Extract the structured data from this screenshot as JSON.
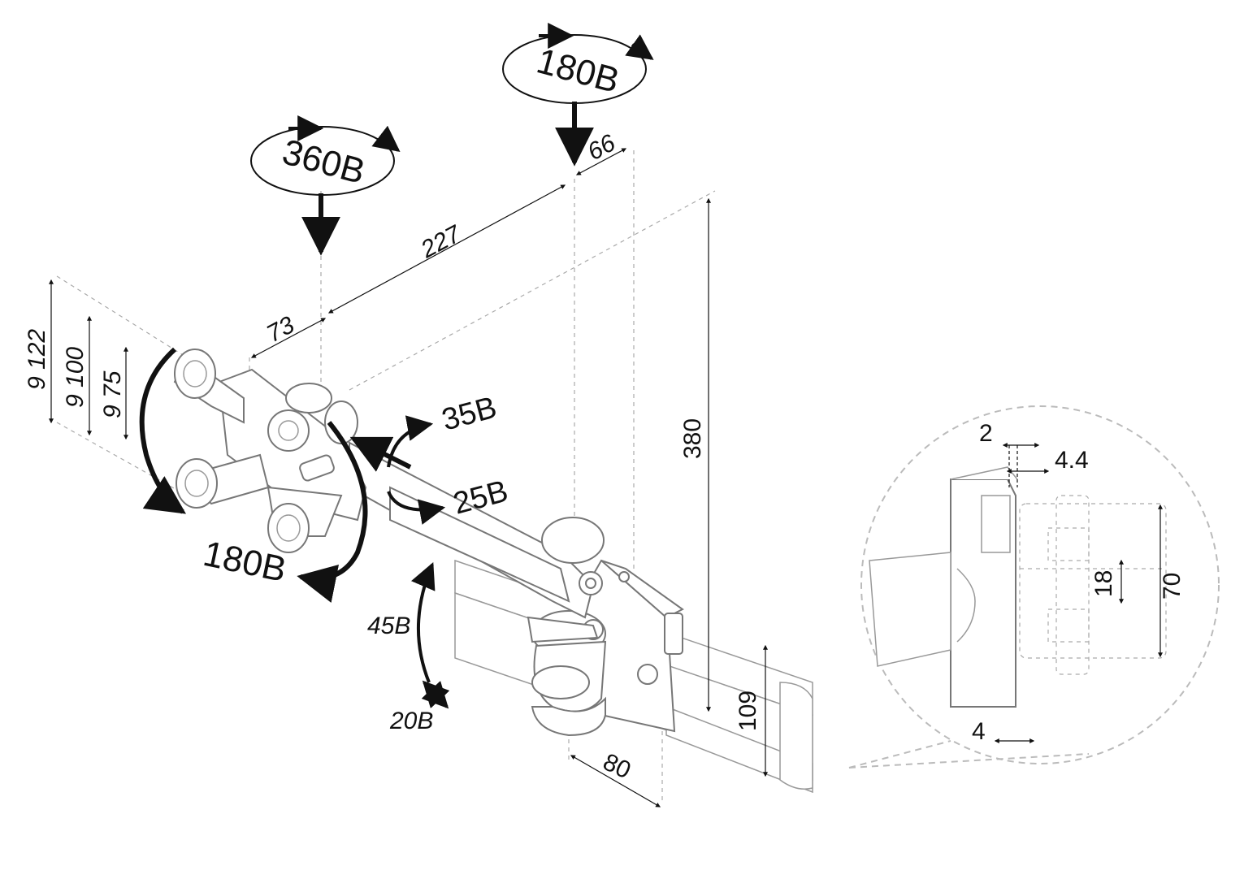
{
  "rotations": {
    "swivel_top_left": "360B",
    "swivel_top_right": "180B",
    "head_rotate": "180B",
    "tilt_up": "35B",
    "tilt_down": "25B",
    "arm_up": "45B",
    "arm_down": "20B"
  },
  "dimensions": {
    "d227": "227",
    "d73": "73",
    "d66": "66",
    "d380": "380",
    "d109": "109",
    "d80": "80",
    "vesa122": "9 122",
    "vesa100": "9 100",
    "vesa75": "9 75"
  },
  "detail": {
    "d2": "2",
    "d4_4": "4.4",
    "d18": "18",
    "d70": "70",
    "d4": "4"
  }
}
